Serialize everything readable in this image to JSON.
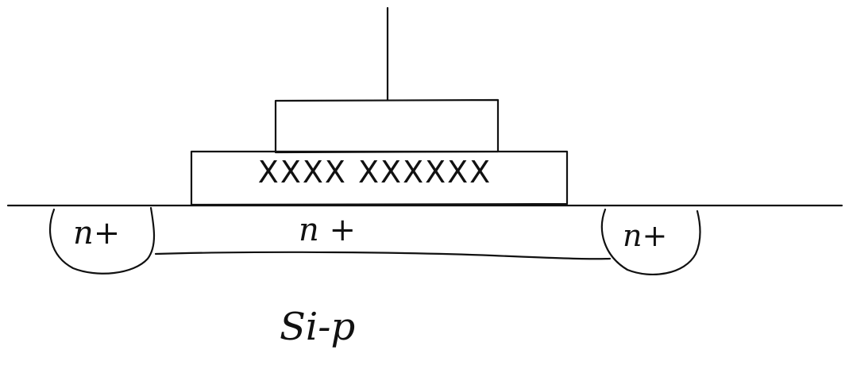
{
  "diagram": {
    "oxide_marks": "XXXX XXXXXX",
    "source_label": "n+",
    "channel_label": "n +",
    "drain_label": "n+",
    "substrate_label": "Si-p"
  },
  "colors": {
    "ink": "#111111",
    "background": "#ffffff"
  }
}
